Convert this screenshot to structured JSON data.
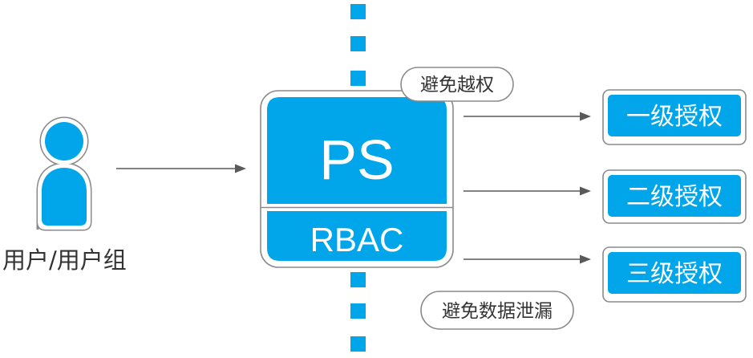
{
  "user": {
    "label": "用户/用户组"
  },
  "ps_box": {
    "title": "PS",
    "module": "RBAC"
  },
  "notes": {
    "top": "避免越权",
    "bottom": "避免数据泄漏"
  },
  "levels": [
    {
      "label": "一级授权"
    },
    {
      "label": "二级授权"
    },
    {
      "label": "三级授权"
    }
  ],
  "icons": {
    "user": "user-icon"
  },
  "colors": {
    "accent": "#00a6e9",
    "outline": "#8a8a8a",
    "arrow": "#595959",
    "ink": "#333333"
  }
}
